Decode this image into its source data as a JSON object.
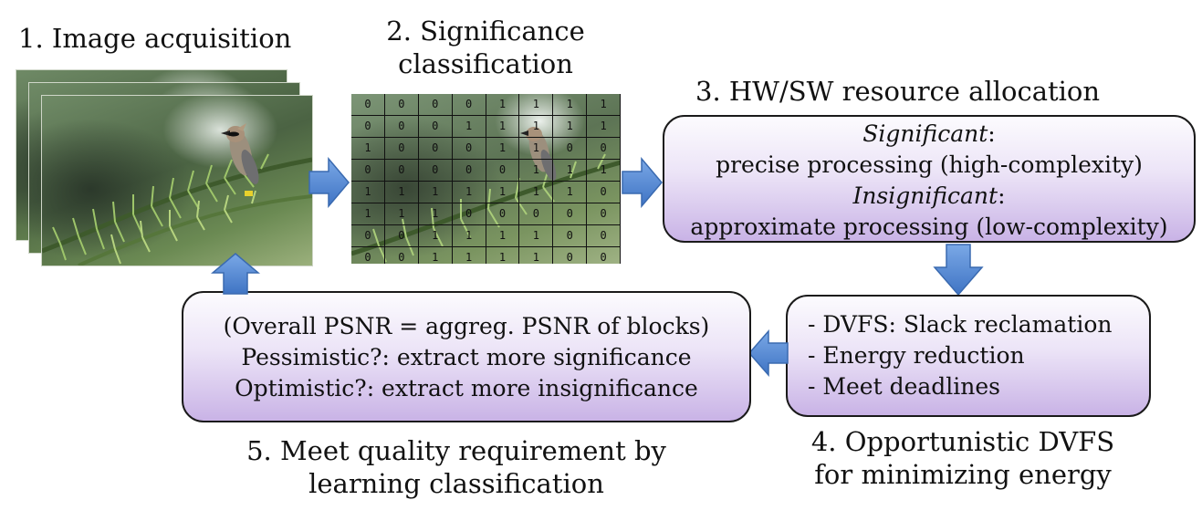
{
  "steps": {
    "acquisition": {
      "label": "1. Image acquisition"
    },
    "classification": {
      "label_line1": "2. Significance",
      "label_line2": "classification"
    },
    "allocation": {
      "label": "3. HW/SW resource allocation",
      "significant_term": "Significant",
      "colon1": ":",
      "significant_desc": "precise processing (high-complexity)",
      "insignificant_term": "Insignificant",
      "colon2": ":",
      "insignificant_desc": "approximate processing (low-complexity)"
    },
    "dvfs": {
      "label_line1": "4. Opportunistic DVFS",
      "label_line2": "for minimizing energy",
      "items": [
        "- DVFS: Slack reclamation",
        "- Energy reduction",
        "- Meet deadlines"
      ]
    },
    "quality": {
      "label_line1": "5. Meet quality requirement by",
      "label_line2": "learning classification",
      "lines": [
        "(Overall PSNR = aggreg. PSNR of blocks)",
        "Pessimistic?: extract more significance",
        "Optimistic?: extract more insignificance"
      ]
    }
  },
  "significance_grid": [
    [
      "0",
      "0",
      "0",
      "0",
      "1",
      "1",
      "1",
      "1"
    ],
    [
      "0",
      "0",
      "0",
      "1",
      "1",
      "1",
      "1",
      "1"
    ],
    [
      "1",
      "0",
      "0",
      "0",
      "1",
      "1",
      "0",
      "0"
    ],
    [
      "0",
      "0",
      "0",
      "0",
      "0",
      "1",
      "1",
      "1"
    ],
    [
      "1",
      "1",
      "1",
      "1",
      "1",
      "1",
      "1",
      "0"
    ],
    [
      "1",
      "1",
      "1",
      "0",
      "0",
      "0",
      "0",
      "0"
    ],
    [
      "0",
      "0",
      "1",
      "1",
      "1",
      "1",
      "0",
      "0"
    ],
    [
      "0",
      "0",
      "1",
      "1",
      "1",
      "1",
      "0",
      "0"
    ]
  ],
  "colors": {
    "arrow_fill": "#4f86d2",
    "arrow_stroke": "#3a6ab0",
    "box_top": "#fcfbfe",
    "box_bottom": "#c9b3e6"
  }
}
